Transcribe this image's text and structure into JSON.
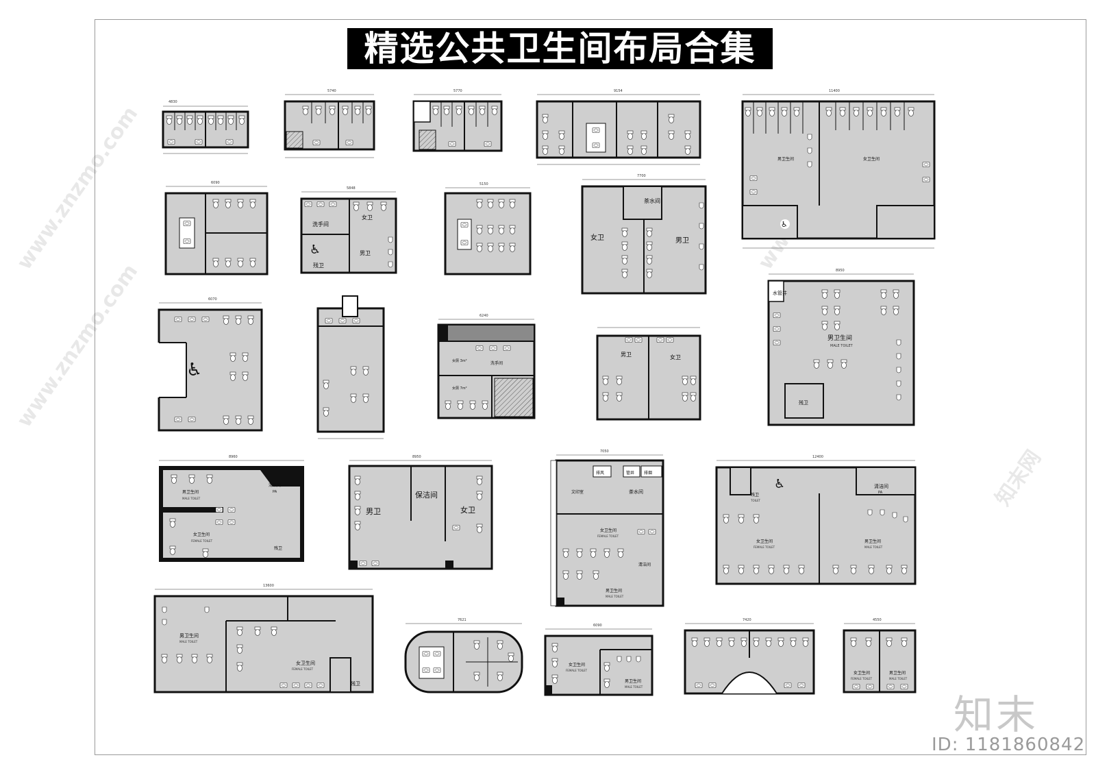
{
  "title": "精选公共卫生间布局合集",
  "watermark": {
    "logo": "知末",
    "id_text": "ID: 1181860842",
    "url": "www.znzmo.com",
    "brand": "知末网"
  },
  "plan_labels": {
    "female": "女卫",
    "male": "男卫",
    "washroom": "洗手间",
    "accessible": "残卫",
    "tea_room": "茶水间",
    "cleaning": "保洁间",
    "cleaning2": "清洁间",
    "pa": "PA",
    "male_toilet_cn": "男卫生间",
    "male_toilet_en": "MALE TOILET",
    "female_toilet_cn": "女卫生间",
    "female_toilet_en": "FEMALE TOILET",
    "water_shaft": "水管井",
    "print_room": "文印室",
    "pipe_shaft": "管井",
    "exhaust": "排风",
    "smoke": "排烟",
    "toilet_en": "TOILET",
    "female_area": "女厕 3m²",
    "male_area": "女厕 7m²",
    "dim_a": "4830",
    "dim_b": "5740",
    "dim_c": "5770",
    "dim_d": "9154",
    "dim_e": "11400",
    "dim_f": "6090",
    "dim_g": "5848",
    "dim_h": "5150",
    "dim_i": "7700",
    "dim_j": "8950",
    "dim_k": "6070",
    "dim_l": "6240",
    "dim_m": "8960",
    "dim_n": "7050",
    "dim_o": "12400",
    "dim_p": "13600",
    "dim_q": "7621",
    "dim_r": "7420",
    "dim_s": "4550"
  }
}
